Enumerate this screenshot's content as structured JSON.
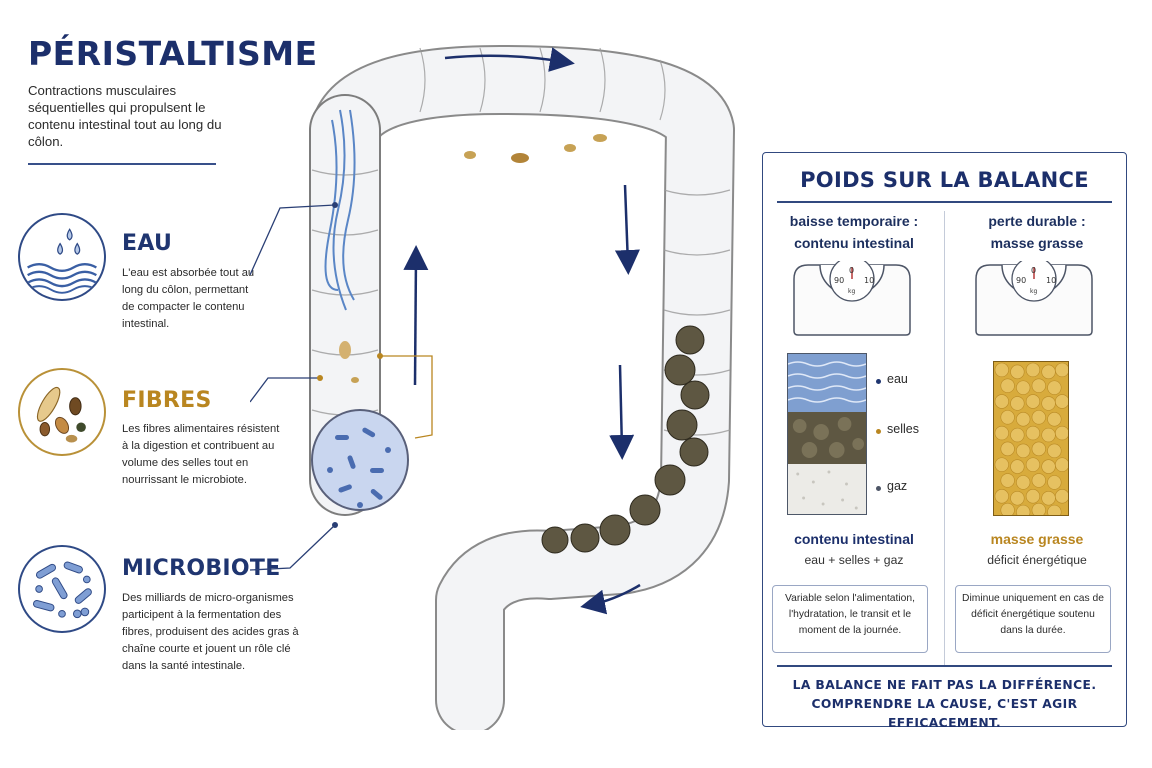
{
  "header": {
    "title": "PÉRISTALTISME",
    "intro": "Contractions musculaires séquentielles qui propulsent le contenu intestinal tout au long du côlon."
  },
  "sections": [
    {
      "id": "eau",
      "title": "EAU",
      "icon": "water-drops-icon",
      "color": "#1f3570",
      "text": "L'eau est absorbée tout au long du côlon, permettant de compacter le contenu intestinal."
    },
    {
      "id": "fibres",
      "title": "FIBRES",
      "icon": "fibres-seeds-icon",
      "color": "#b98620",
      "text": "Les fibres alimentaires résistent à la digestion et contribuent au volume des selles tout en nourrissant le microbiote."
    },
    {
      "id": "microbiote",
      "title": "MICROBIOTE",
      "icon": "bacteria-icon",
      "color": "#1f3570",
      "text": "Des milliards de micro-organismes participent à la fermentation des fibres, produisent des acides gras à chaîne courte et jouent un rôle clé dans la santé intestinale."
    }
  ],
  "panel": {
    "title": "POIDS SUR LA BALANCE",
    "left": {
      "heading": "baisse temporaire :\ncontenu intestinal",
      "layers": [
        "eau",
        "selles",
        "gaz"
      ],
      "subtitle": "contenu intestinal",
      "subtext": "eau + selles + gaz",
      "note": "Variable selon l'alimentation, l'hydratation, le transit et le moment de la journée."
    },
    "right": {
      "heading": "perte durable :\nmasse grasse",
      "subtitle": "masse grasse",
      "subtext": "déficit énergétique",
      "note": "Diminue uniquement en cas de déficit énergétique soutenu dans la durée."
    },
    "scale": {
      "left_tick": "90",
      "center_tick": "0",
      "right_tick": "10",
      "unit": "kg"
    },
    "footer": "LA BALANCE NE FAIT PAS LA DIFFÉRENCE.\nCOMPRENDRE LA CAUSE, C'EST AGIR EFFICACEMENT."
  },
  "colors": {
    "navy": "#1c2f6b",
    "gold": "#b98620",
    "water": "#6f93c9",
    "stool": "#5e5742",
    "fat": "#d8ab3c"
  }
}
